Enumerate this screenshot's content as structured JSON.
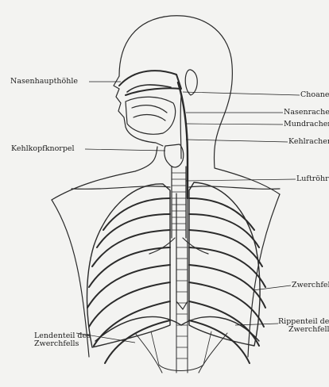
{
  "labels": {
    "nasenhauptoehle": "Nasenhaupthöhle",
    "choane": "Choane",
    "nasenrachen": "Nasenrachen",
    "mundrachen": "Mundrachen",
    "kehlrachen": "Kehlrachen",
    "kehlkopfknorpel": "Kehlkopfknorpel",
    "luftroehre": "Luftröhre",
    "zwerchfell": "Zwerchfell",
    "rippenteil_line1": "Rippenteil des",
    "rippenteil_line2": "Zwerchfells",
    "lendenteil_line1": "Lendenteil des",
    "lendenteil_line2": "Zwerchfells"
  },
  "colors": {
    "paper": "#f3f3f1",
    "ink": "#1c1c1c"
  }
}
